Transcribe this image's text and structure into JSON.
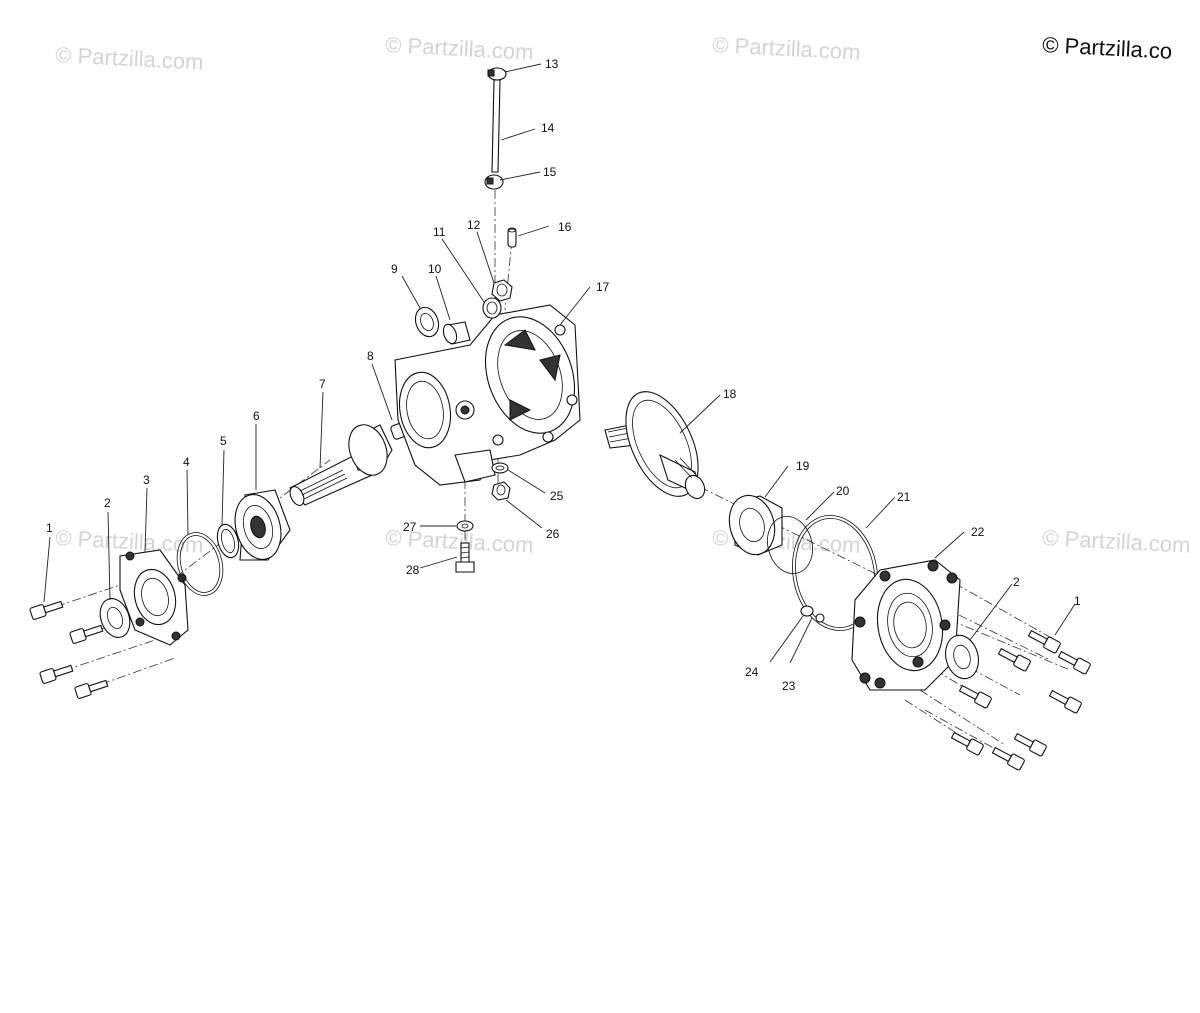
{
  "watermarks": [
    "© Partzilla.com",
    "© Partzilla.com",
    "© Partzilla.com",
    "© Partzilla.com",
    "© Partzilla.com",
    "© Partzilla.com",
    "© Partzilla.com"
  ],
  "brand_watermark": "© Partzilla.co",
  "callouts": [
    "1",
    "2",
    "3",
    "4",
    "5",
    "6",
    "7",
    "8",
    "9",
    "10",
    "11",
    "12",
    "13",
    "14",
    "15",
    "16",
    "17",
    "18",
    "19",
    "20",
    "21",
    "22",
    "23",
    "24",
    "25",
    "26",
    "27",
    "28",
    "1",
    "2"
  ],
  "colors": {
    "ink": "#111111",
    "watermark": "#d4d4d4",
    "background": "#ffffff"
  }
}
